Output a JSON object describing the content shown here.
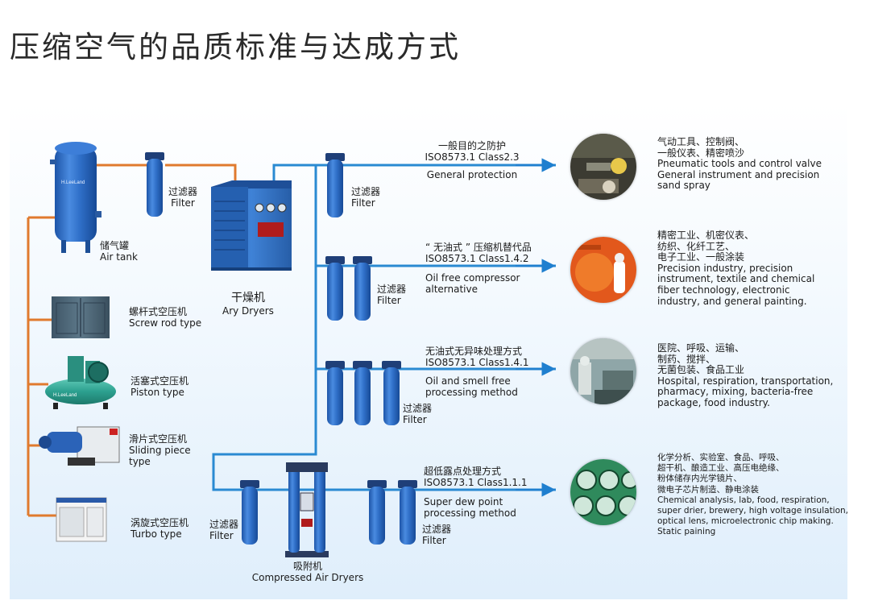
{
  "title": "压缩空气的品质标准与达成方式",
  "colors": {
    "air_pipe": "#e07a2e",
    "clean_pipe": "#2a8ad2",
    "arrow": "#1f7fcf",
    "equipment": "#2e6fc4"
  },
  "air_tank": {
    "cn": "储气罐",
    "en": "Air tank"
  },
  "compressors": [
    {
      "cn": "螺杆式空压机",
      "en": "Screw rod type"
    },
    {
      "cn": "活塞式空压机",
      "en": "Piston type"
    },
    {
      "cn": "滑片式空压机",
      "en": "Sliding piece",
      "en2": "type"
    },
    {
      "cn": "涡旋式空压机",
      "en": "Turbo type"
    }
  ],
  "filter_label": {
    "cn": "过滤器",
    "en": "Filter"
  },
  "dryer": {
    "cn": "干燥机",
    "en": "Ary Dryers"
  },
  "adsorption_dryer": {
    "cn": "吸附机",
    "en": "Compressed Air Dryers"
  },
  "grades": [
    {
      "cn": "一般目的之防护",
      "iso": "ISO8573.1 Class2.3",
      "en": [
        "General protection"
      ],
      "apps": [
        "气动工具、控制阀、",
        "一般仪表、精密喷沙",
        "Pneumatic tools and control valve",
        "General instrument and precision",
        "sand spray"
      ],
      "photo": "pneumatic-tools-photo"
    },
    {
      "cn": "“ 无油式 ” 压缩机替代品",
      "iso": "ISO8573.1 Class1.4.2",
      "en": [
        "Oil free compressor",
        "alternative"
      ],
      "apps": [
        "精密工业、机密仪表、",
        "纺织、化纤工艺、",
        "电子工业、一般涂装",
        "Precision industry, precision",
        "instrument, textile and chemical",
        "fiber technology, electronic",
        "industry, and general painting."
      ],
      "photo": "painting-worker-photo"
    },
    {
      "cn": "无油式无异味处理方式",
      "iso": "ISO8573.1 Class1.4.1",
      "en": [
        "Oil and smell free",
        "processing method"
      ],
      "apps": [
        "医院、呼吸、运输、",
        "制药、搅拌、",
        "无菌包装、食品工业",
        "Hospital, respiration, transportation,",
        "pharmacy, mixing, bacteria-free",
        "package, food industry."
      ],
      "photo": "food-factory-photo"
    },
    {
      "cn": "超低露点处理方式",
      "iso": "ISO8573.1 Class1.1.1",
      "en": [
        "Super dew point",
        "processing method"
      ],
      "apps": [
        "化学分析、实验室、食品、呼吸、",
        "超干机、酿造工业、高压电绝缘、",
        "粉体储存内光学镜片、",
        "微电子芯片制造、静电涂装",
        "Chemical analysis, lab, food, respiration,",
        "super drier, brewery, high voltage insulation,",
        "optical lens, microelectronic chip making.",
        "Static paining"
      ],
      "photo": "gauges-photo"
    }
  ]
}
